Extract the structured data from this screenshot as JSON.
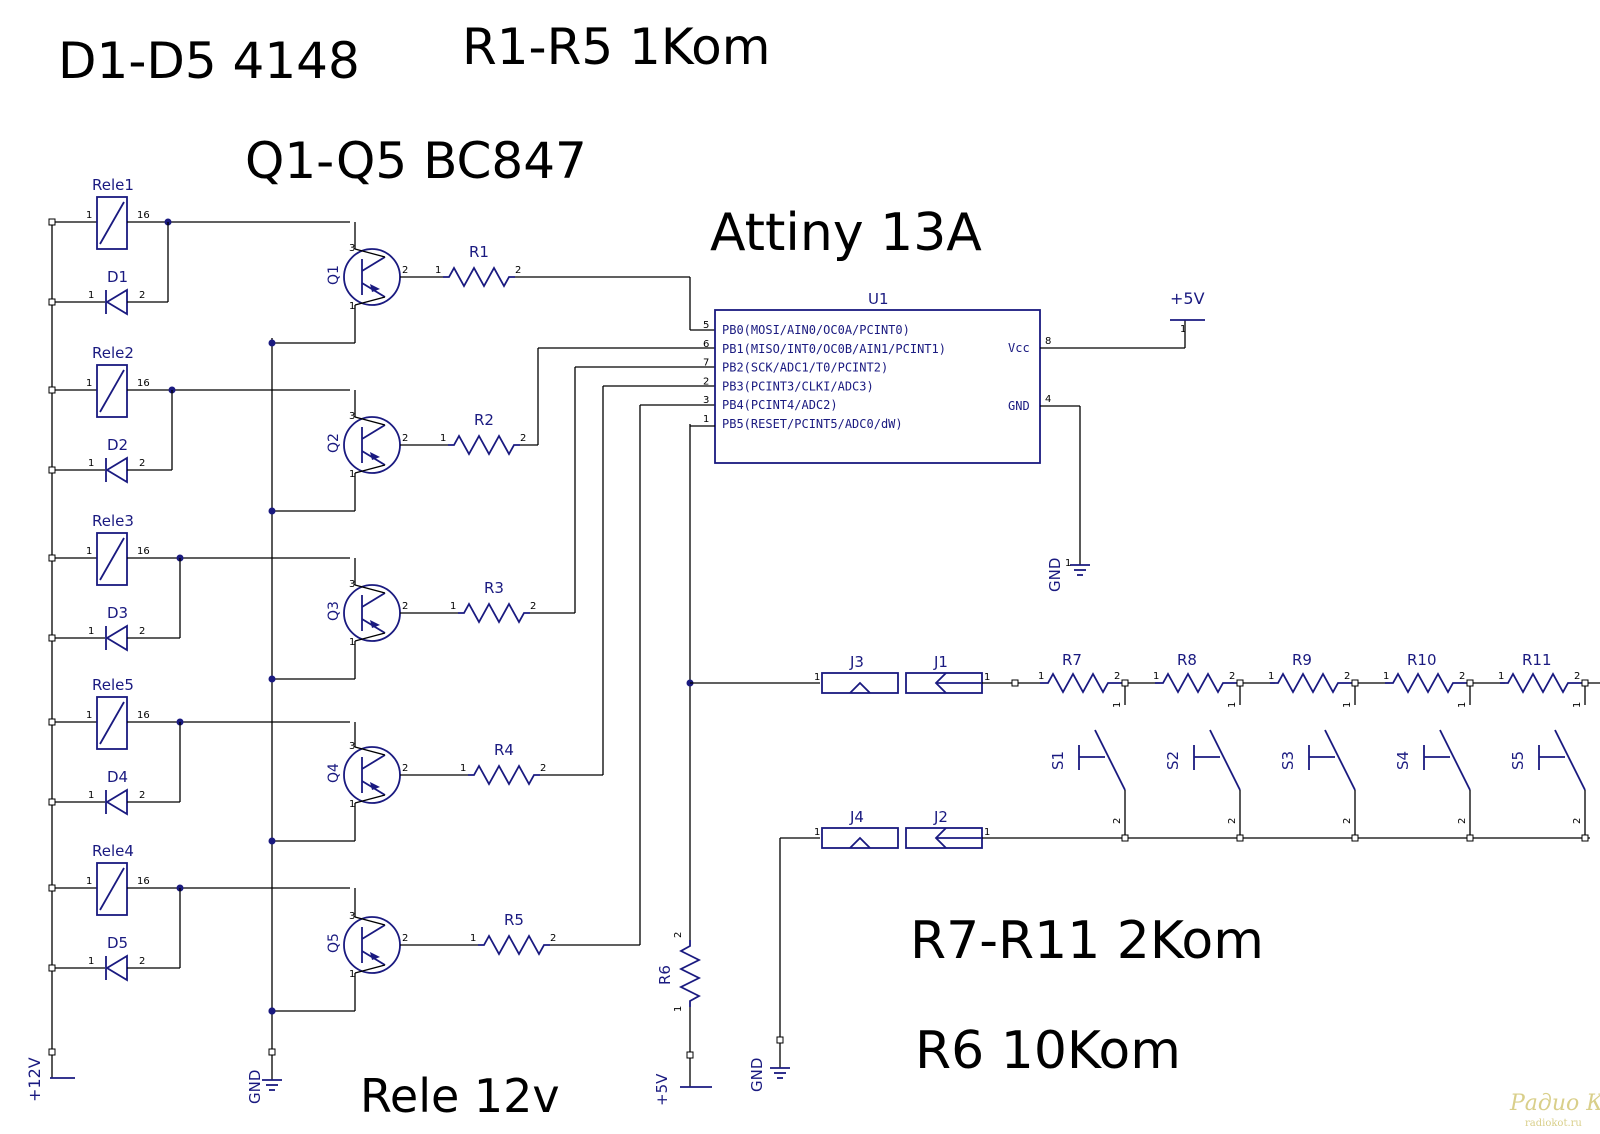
{
  "notes": {
    "diodes": "D1-D5 4148",
    "r1_r5": "R1-R5 1Kom",
    "transistors": "Q1-Q5 BC847",
    "mcu": "Attiny 13A",
    "r7_r11": "R7-R11 2Kom",
    "r6": "R6 10Kom",
    "relay": "Rele 12v"
  },
  "watermark": {
    "line1": "Радио КОТ",
    "line2": "radiokot.ru"
  },
  "mcu": {
    "ref": "U1",
    "left_pins": [
      {
        "num": "5",
        "name": "PB0(MOSI/AIN0/OC0A/PCINT0)"
      },
      {
        "num": "6",
        "name": "PB1(MISO/INT0/OC0B/AIN1/PCINT1)"
      },
      {
        "num": "7",
        "name": "PB2(SCK/ADC1/T0/PCINT2)"
      },
      {
        "num": "2",
        "name": "PB3(PCINT3/CLKI/ADC3)"
      },
      {
        "num": "3",
        "name": "PB4(PCINT4/ADC2)"
      },
      {
        "num": "1",
        "name": "PB5(RESET/PCINT5/ADC0/dW)"
      }
    ],
    "vcc": {
      "num": "8",
      "name": "Vcc"
    },
    "gnd": {
      "num": "4",
      "name": "GND"
    }
  },
  "channels": [
    {
      "relay": "Rele1",
      "diode": "D1",
      "transistor": "Q1",
      "resistor": "R1"
    },
    {
      "relay": "Rele2",
      "diode": "D2",
      "transistor": "Q2",
      "resistor": "R2"
    },
    {
      "relay": "Rele3",
      "diode": "D3",
      "transistor": "Q3",
      "resistor": "R3"
    },
    {
      "relay": "Rele5",
      "diode": "D4",
      "transistor": "Q4",
      "resistor": "R4"
    },
    {
      "relay": "Rele4",
      "diode": "D5",
      "transistor": "Q5",
      "resistor": "R5"
    }
  ],
  "pin_numbers": {
    "one": "1",
    "two": "2",
    "three": "3",
    "sixteen": "16"
  },
  "ladder": {
    "resistors": [
      "R7",
      "R8",
      "R9",
      "R10",
      "R11"
    ],
    "switches": [
      "S1",
      "S2",
      "S3",
      "S4",
      "S5"
    ],
    "jacks": [
      "J3",
      "J1",
      "J4",
      "J2"
    ]
  },
  "pull_resistor": "R6",
  "power": {
    "plus5v": "+5V",
    "plus12v": "+12V",
    "gnd": "GND"
  }
}
